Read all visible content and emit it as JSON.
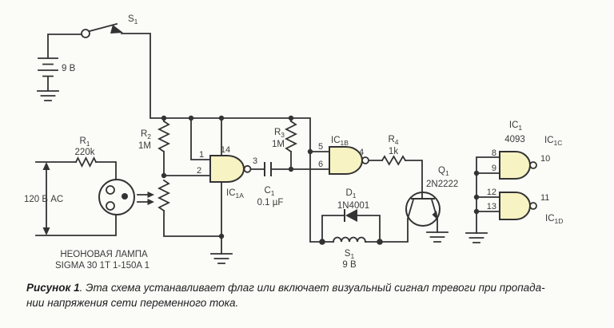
{
  "colors": {
    "background": "#fbfbf8",
    "wire": "#333333",
    "gate_fill": "#f7f3c3",
    "text": "#3a3a3a"
  },
  "power": {
    "switch_main": "S",
    "switch_sub": "1",
    "battery_value": "9 В"
  },
  "ac": {
    "voltage": "120 В AC",
    "r1_main": "R",
    "r1_sub": "1",
    "r1_value": "220k",
    "neon_line1": "НЕОНОВАЯ ЛАМПА",
    "neon_line2": "SIGMA 30 1T 1-150A 1"
  },
  "divider": {
    "r2_main": "R",
    "r2_sub": "2",
    "r2_value": "1M"
  },
  "osc": {
    "r3_main": "R",
    "r3_sub": "3",
    "r3_value": "1M",
    "c1_main": "C",
    "c1_sub": "1",
    "c1_value": "0.1 µF"
  },
  "driver": {
    "r4_main": "R",
    "r4_sub": "4",
    "r4_value": "1k",
    "q1_main": "Q",
    "q1_sub": "1",
    "q1_value": "2N2222",
    "d1_main": "D",
    "d1_sub": "1",
    "d1_value": "1N4001",
    "relay_main": "S",
    "relay_sub": "1",
    "relay_value": "9 В"
  },
  "ic": {
    "name_main": "IC",
    "name_sub": "1",
    "part": "4093",
    "a_main": "IC",
    "a_sub": "1A",
    "b_main": "IC",
    "b_sub": "1B",
    "c_main": "IC",
    "c_sub": "1C",
    "d_main": "IC",
    "d_sub": "1D"
  },
  "pins": {
    "p1": "1",
    "p2": "2",
    "p3": "3",
    "p4": "4",
    "p5": "5",
    "p6": "6",
    "p8": "8",
    "p9": "9",
    "p10": "10",
    "p11": "11",
    "p12": "12",
    "p13": "13",
    "p14": "14"
  },
  "caption": {
    "figure": "Рисунок 1",
    "line1": ". Эта схема устанавливает флаг или включает визуальный сигнал тревоги при пропада-",
    "line2": "нии напряжения сети переменного тока."
  }
}
